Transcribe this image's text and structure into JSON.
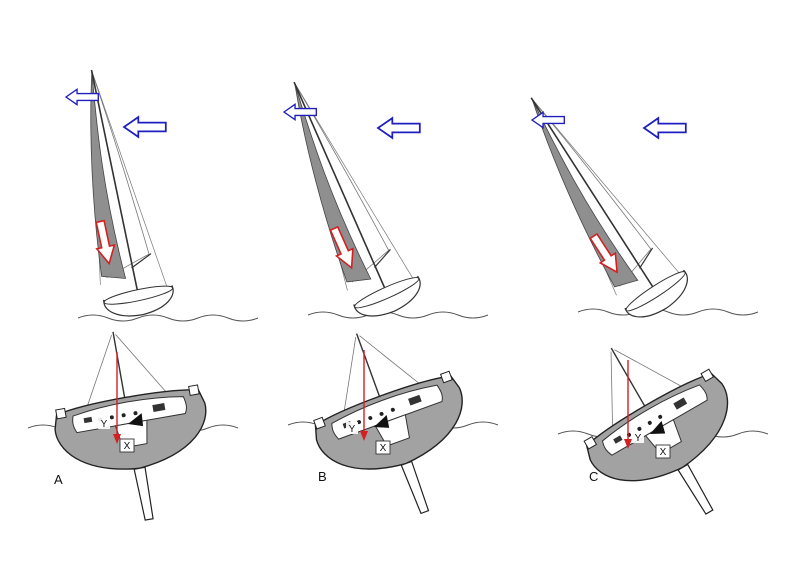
{
  "figure": {
    "background": "#ffffff",
    "panels": [
      {
        "label": "A",
        "x_label": "X",
        "y_label": "Y"
      },
      {
        "label": "B",
        "x_label": "X",
        "y_label": "Y"
      },
      {
        "label": "C",
        "x_label": "X",
        "y_label": "Y"
      }
    ],
    "colors": {
      "wind_arrow": "#1f1fc0",
      "heel_force_arrow": "#d42020",
      "gravity_line": "#d42020",
      "sail_fill": "#8f8f8f",
      "hull_section_fill": "#a2a2a2",
      "line": "#333333",
      "water_line": "#555555"
    },
    "icons": {
      "wind_arrow": "outlined-left-arrow",
      "masthead_wind_arrow": "outlined-left-arrow-small",
      "heel_force_arrow": "outlined-down-arrow",
      "gravity_arrow": "red-down-arrow"
    }
  }
}
